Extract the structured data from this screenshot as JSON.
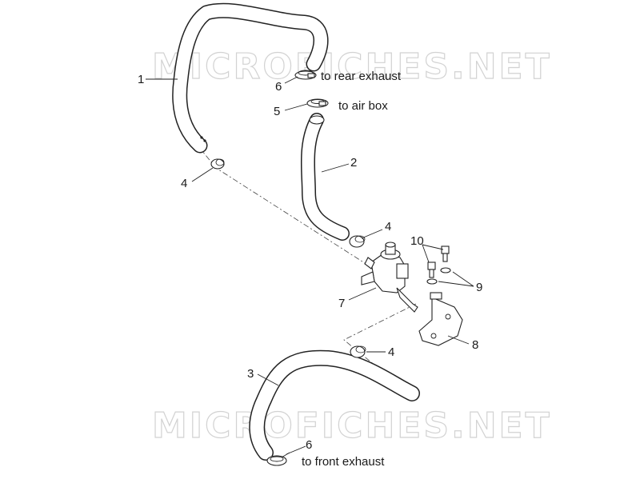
{
  "watermark": {
    "text": "MICROFICHES.NET"
  },
  "callouts": [
    {
      "id": "c1",
      "number": "1"
    },
    {
      "id": "c2",
      "number": "2"
    },
    {
      "id": "c3",
      "number": "3"
    },
    {
      "id": "c4a",
      "number": "4"
    },
    {
      "id": "c4b",
      "number": "4"
    },
    {
      "id": "c4c",
      "number": "4"
    },
    {
      "id": "c5",
      "number": "5"
    },
    {
      "id": "c6a",
      "number": "6"
    },
    {
      "id": "c6b",
      "number": "6"
    },
    {
      "id": "c7",
      "number": "7"
    },
    {
      "id": "c8",
      "number": "8"
    },
    {
      "id": "c9",
      "number": "9"
    },
    {
      "id": "c10",
      "number": "10"
    }
  ],
  "notes": {
    "rear_exhaust": "to rear exhaust",
    "air_box": "to air box",
    "front_exhaust": "to front exhaust"
  }
}
